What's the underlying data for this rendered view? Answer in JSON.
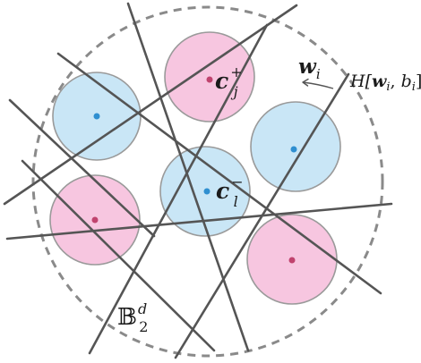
{
  "labels": {
    "c_plus": {
      "base": "c",
      "sub": "j",
      "sup": "+"
    },
    "c_minus": {
      "base": "c",
      "sub": "l",
      "sup": "−"
    },
    "w": {
      "base": "w",
      "sub": "i"
    },
    "hyperplane": {
      "pre": "H[",
      "w": "w",
      "w_sub": "i",
      "mid": ", ",
      "b": "b",
      "b_sub": "i",
      "post": "]"
    },
    "ball": {
      "base": "𝔹",
      "sub": "2",
      "sup": "d"
    }
  },
  "colors": {
    "positive_fill": "#f7c6e0",
    "positive_dot": "#c0436e",
    "negative_fill": "#c9e6f6",
    "negative_dot": "#2f8fd0",
    "circle_stroke": "#9a9a9a",
    "line": "#555555",
    "boundary": "#8a8a8a"
  },
  "balls": [
    {
      "class": "negative"
    },
    {
      "class": "positive",
      "label": "c_plus"
    },
    {
      "class": "negative"
    },
    {
      "class": "negative",
      "label": "c_minus"
    },
    {
      "class": "positive"
    },
    {
      "class": "positive"
    }
  ]
}
